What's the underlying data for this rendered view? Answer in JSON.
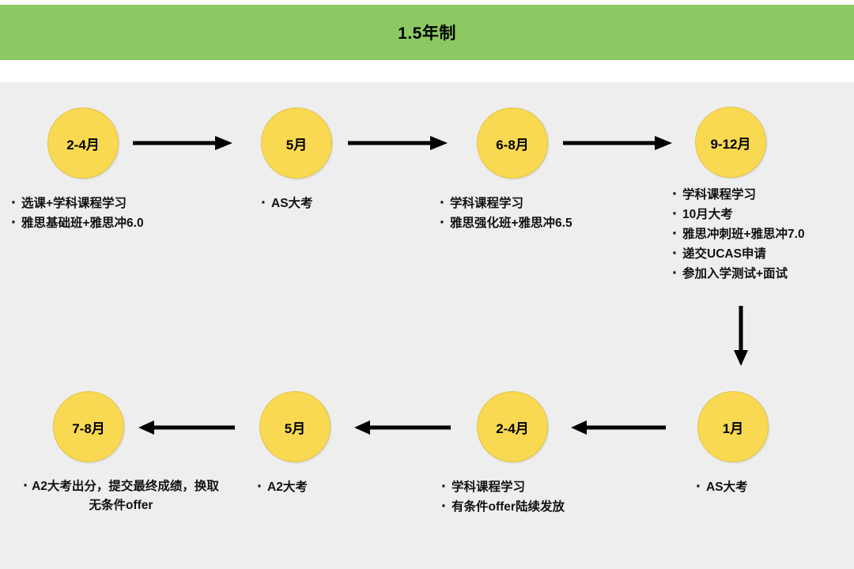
{
  "header": {
    "title": "1.5年制",
    "background_color": "#8dc963"
  },
  "panel": {
    "background_color": "#efeeee"
  },
  "style": {
    "node_fill": "#f8d951",
    "node_stroke": "#e3c64a",
    "arrow_color": "#000000",
    "text_color": "#111111"
  },
  "nodes": [
    {
      "id": "node-2-4yue-top",
      "label": "2-4月",
      "bullets": [
        "选课+学科课程学习",
        "雅思基础班+雅思冲6.0"
      ]
    },
    {
      "id": "node-5yue-top",
      "label": "5月",
      "bullets": [
        "AS大考"
      ]
    },
    {
      "id": "node-6-8yue",
      "label": "6-8月",
      "bullets": [
        "学科课程学习",
        "雅思强化班+雅思冲6.5"
      ]
    },
    {
      "id": "node-9-12yue",
      "label": "9-12月",
      "bullets": [
        "学科课程学习",
        "10月大考",
        "雅思冲刺班+雅思冲7.0",
        "递交UCAS申请",
        "参加入学测试+面试"
      ]
    },
    {
      "id": "node-1yue",
      "label": "1月",
      "bullets": [
        "AS大考"
      ]
    },
    {
      "id": "node-2-4yue-bottom",
      "label": "2-4月",
      "bullets": [
        "学科课程学习",
        "有条件offer陆续发放"
      ]
    },
    {
      "id": "node-5yue-bottom",
      "label": "5月",
      "bullets": [
        "A2大考"
      ]
    },
    {
      "id": "node-7-8yue",
      "label": "7-8月",
      "bullets": [
        "A2大考出分，提交最终成绩，换取无条件offer"
      ]
    }
  ],
  "arrows": [
    {
      "id": "arrow-1",
      "direction": "right"
    },
    {
      "id": "arrow-2",
      "direction": "right"
    },
    {
      "id": "arrow-3",
      "direction": "right"
    },
    {
      "id": "arrow-4",
      "direction": "down"
    },
    {
      "id": "arrow-5",
      "direction": "left"
    },
    {
      "id": "arrow-6",
      "direction": "left"
    },
    {
      "id": "arrow-7",
      "direction": "left"
    }
  ]
}
